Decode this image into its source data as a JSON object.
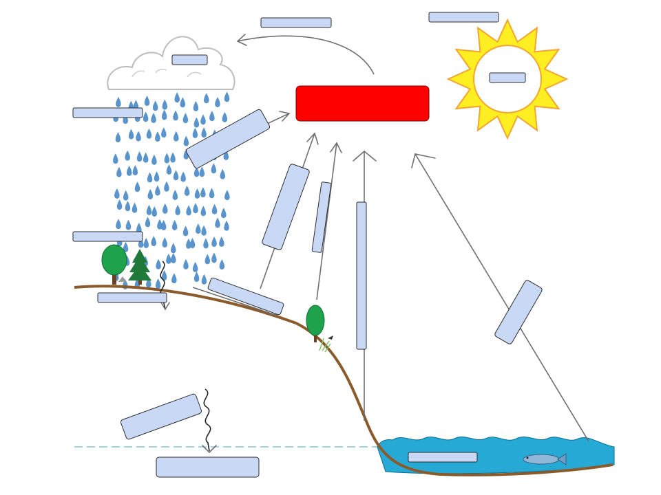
{
  "diagram": {
    "title_box": {
      "text": "",
      "color": "#ff0000"
    },
    "colors": {
      "sun_fill": "#ffee22",
      "sun_stroke": "#f4a531",
      "cloud_stroke": "#bdbdbd",
      "raindrop": "#5a94cc",
      "ground": "#8b5a2b",
      "water": "#27a9d6",
      "water_table": "#9fd6e6",
      "label_fill": "#c9d9f5",
      "tree_dark": "#1f7a3a",
      "tree_light": "#1ea24b"
    },
    "icons": [
      "cloud-icon",
      "sun-icon",
      "raindrop-icon",
      "tree-icon",
      "pine-tree-icon",
      "plant-icon",
      "fish-icon"
    ],
    "labels": [
      {
        "id": "label-top-arrow",
        "text": ""
      },
      {
        "id": "label-sun-top",
        "text": ""
      },
      {
        "id": "label-cloud",
        "text": ""
      },
      {
        "id": "label-sun-center",
        "text": ""
      },
      {
        "id": "label-rain-upper",
        "text": ""
      },
      {
        "id": "label-rain-lower",
        "text": ""
      },
      {
        "id": "label-ground-left",
        "text": ""
      },
      {
        "id": "label-underground",
        "text": ""
      },
      {
        "id": "label-groundwater",
        "text": ""
      },
      {
        "id": "label-ocean",
        "text": ""
      },
      {
        "id": "label-evaporation-diagonal",
        "text": ""
      },
      {
        "id": "label-arrow-1",
        "text": ""
      },
      {
        "id": "label-arrow-2",
        "text": ""
      },
      {
        "id": "label-arrow-3",
        "text": ""
      },
      {
        "id": "label-arrow-4",
        "text": ""
      },
      {
        "id": "label-runoff",
        "text": ""
      },
      {
        "id": "label-ocean-arrow",
        "text": ""
      }
    ]
  }
}
